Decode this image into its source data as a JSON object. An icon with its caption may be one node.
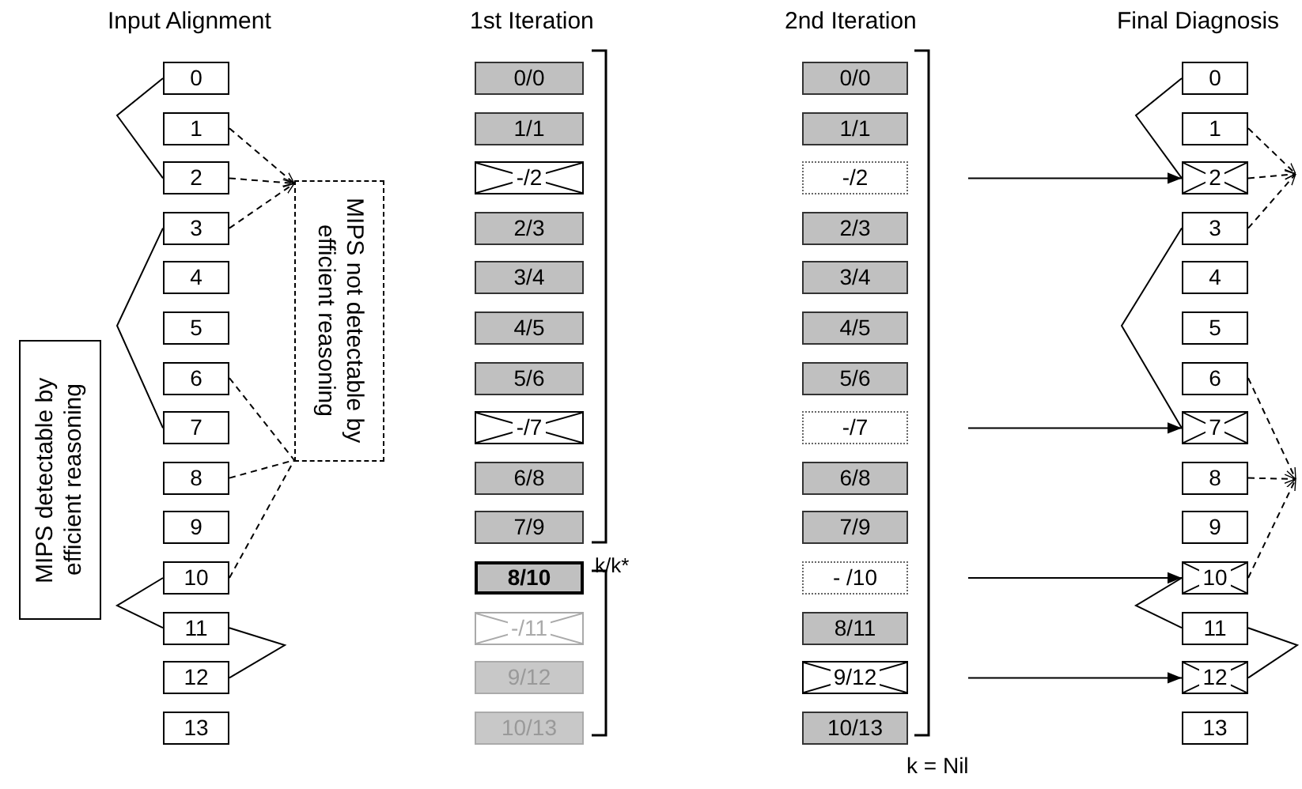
{
  "diagram": {
    "nodes": [
      {
        "text": [
          "0"
        ]
      },
      {
        "text": [
          "1"
        ]
      },
      {
        "text": [
          "2"
        ]
      },
      {
        "text": [
          "3"
        ]
      },
      {
        "text": [
          "4"
        ]
      },
      {
        "text": [
          "5"
        ]
      },
      {
        "text": [
          "6"
        ]
      },
      {
        "text": [
          "7"
        ]
      },
      {
        "text": [
          "8"
        ]
      },
      {
        "text": [
          "9"
        ]
      },
      {
        "text": [
          "10"
        ]
      },
      {
        "text": [
          "11"
        ]
      },
      {
        "text": [
          "12"
        ]
      },
      {
        "text": [
          "13"
        ]
      },
      {
        "text": [
          "MIPS detectable by efficient reasoning"
        ]
      },
      {
        "text": [
          "MIPS not detectable by efficient reasoning"
        ]
      },
      {
        "text": [
          "0/0"
        ]
      },
      {
        "text": [
          "1/1"
        ]
      },
      {
        "text": [
          "-/2"
        ]
      },
      {
        "text": [
          "2/3"
        ]
      },
      {
        "text": [
          "3/4"
        ]
      },
      {
        "text": [
          "4/5"
        ]
      },
      {
        "text": [
          "5/6"
        ]
      },
      {
        "text": [
          "-/7"
        ]
      },
      {
        "text": [
          "6/8"
        ]
      },
      {
        "text": [
          "7/9"
        ]
      },
      {
        "text": [
          "8/10"
        ],
        "beside": [
          "k/k*"
        ]
      },
      {
        "text": [
          "-/11"
        ]
      },
      {
        "text": [
          "9/12"
        ]
      },
      {
        "text": [
          "10/13"
        ]
      },
      {
        "text": [
          "0/0"
        ]
      },
      {
        "text": [
          "1/1"
        ]
      },
      {
        "text": [
          "-/2"
        ]
      },
      {
        "text": [
          "2/3"
        ]
      },
      {
        "text": [
          "3/4"
        ]
      },
      {
        "text": [
          "4/5"
        ]
      },
      {
        "text": [
          "5/6"
        ]
      },
      {
        "text": [
          "-/7"
        ]
      },
      {
        "text": [
          "6/8"
        ]
      },
      {
        "text": [
          "7/9"
        ]
      },
      {
        "text": [
          "- /10"
        ]
      },
      {
        "text": [
          "8/11"
        ]
      },
      {
        "text": [
          "9/12"
        ]
      },
      {
        "text": [
          "10/13"
        ]
      },
      {
        "text": [
          "0"
        ]
      },
      {
        "text": [
          "1"
        ]
      },
      {
        "text": [
          "2"
        ]
      },
      {
        "text": [
          "3"
        ]
      },
      {
        "text": [
          "4"
        ]
      },
      {
        "text": [
          "5"
        ]
      },
      {
        "text": [
          "6"
        ]
      },
      {
        "text": [
          "7"
        ]
      },
      {
        "text": [
          "8"
        ]
      },
      {
        "text": [
          "9"
        ]
      },
      {
        "text": [
          "10"
        ]
      },
      {
        "text": [
          "11"
        ]
      },
      {
        "text": [
          "12"
        ]
      },
      {
        "text": [
          "13"
        ]
      }
    ],
    "edges": [
      {
        "from": 0,
        "to": 2,
        "arrow": "none"
      },
      {
        "from": 3,
        "to": 7,
        "arrow": "none"
      },
      {
        "from": 10,
        "to": 11,
        "arrow": "none"
      },
      {
        "from": 11,
        "to": 12,
        "arrow": "none"
      },
      {
        "from": 1,
        "to": 15,
        "arrow": "to",
        "style": "dashed"
      },
      {
        "from": 2,
        "to": 15,
        "arrow": "to",
        "style": "dashed"
      },
      {
        "from": 3,
        "to": 15,
        "arrow": "to",
        "style": "dashed"
      },
      {
        "from": 6,
        "to": 15,
        "arrow": "none",
        "style": "dashed"
      },
      {
        "from": 8,
        "to": 15,
        "arrow": "none",
        "style": "dashed"
      },
      {
        "from": 10,
        "to": 15,
        "arrow": "none",
        "style": "dashed"
      },
      {
        "from": 44,
        "to": 46,
        "arrow": "none"
      },
      {
        "from": 47,
        "to": 51,
        "arrow": "none"
      },
      {
        "from": 54,
        "to": 55,
        "arrow": "none"
      },
      {
        "from": 55,
        "to": 56,
        "arrow": "none"
      },
      {
        "from": 45,
        "to": null,
        "arrow": "to",
        "style": "dashed"
      },
      {
        "from": 46,
        "to": null,
        "arrow": "to",
        "style": "dashed"
      },
      {
        "from": 47,
        "to": null,
        "arrow": "to",
        "style": "dashed"
      },
      {
        "from": 50,
        "to": null,
        "arrow": "to",
        "style": "dashed"
      },
      {
        "from": 52,
        "to": null,
        "arrow": "to",
        "style": "dashed"
      },
      {
        "from": 54,
        "to": null,
        "arrow": "to",
        "style": "dashed"
      },
      {
        "from": null,
        "to": 46,
        "arrow": "to"
      },
      {
        "from": null,
        "to": 51,
        "arrow": "to"
      },
      {
        "from": null,
        "to": 54,
        "arrow": "to"
      },
      {
        "from": null,
        "to": 56,
        "arrow": "to"
      }
    ],
    "labels": [
      "Input Alignment",
      "1st Iteration",
      "2nd Iteration",
      "Final Diagnosis",
      "k = Nil"
    ]
  }
}
